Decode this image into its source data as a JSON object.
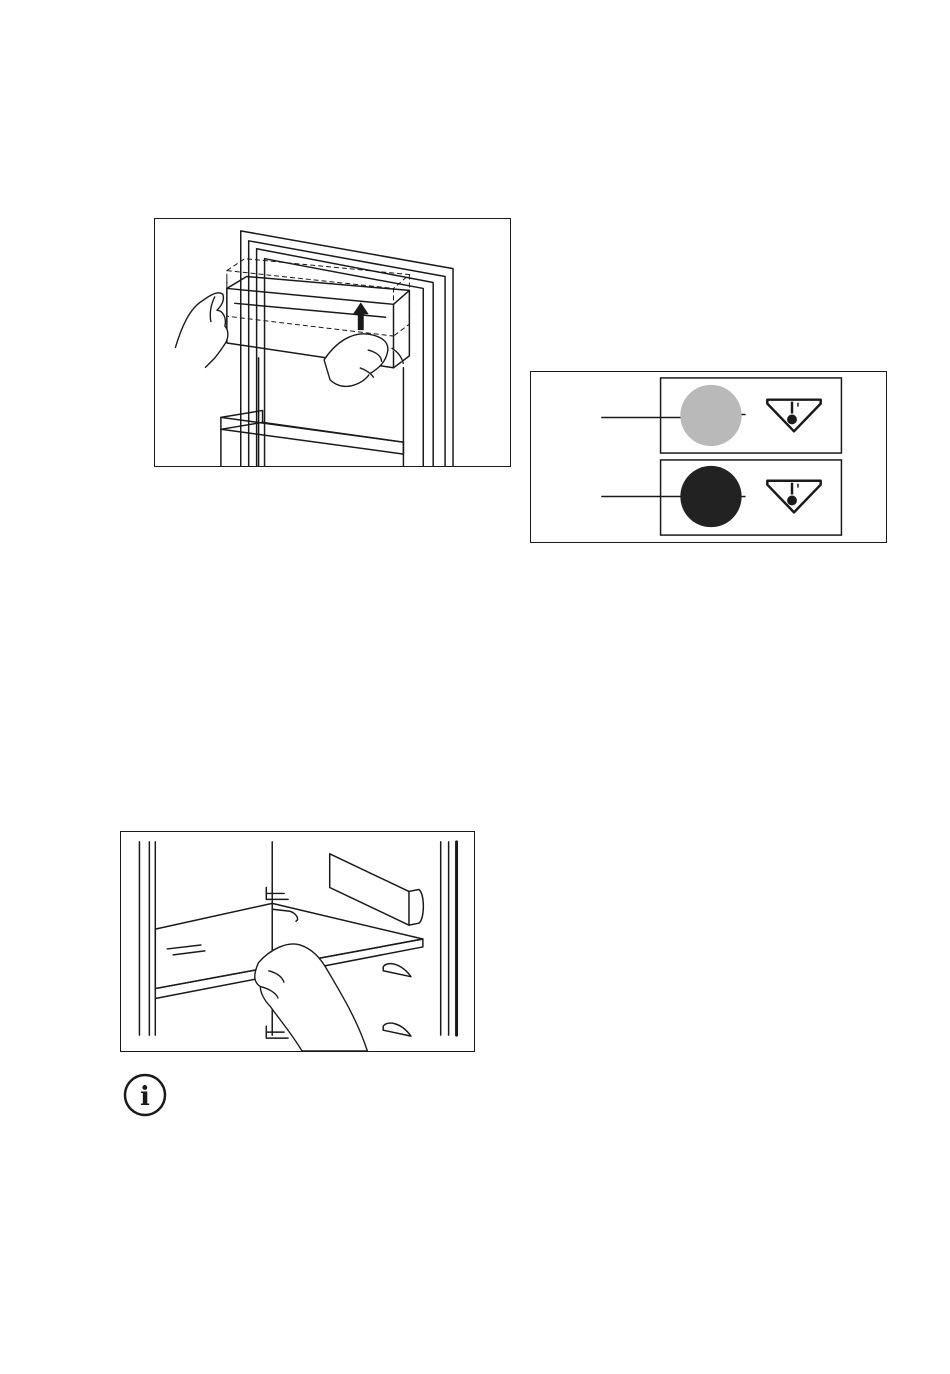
{
  "figures": [
    {
      "id": "door-balcony-removal",
      "icon": "door-shelf-lift-illustration"
    },
    {
      "id": "freshness-indicator",
      "icon": "indicator-illustration",
      "states": [
        {
          "fill": "#b9b9b9"
        },
        {
          "fill": "#222222"
        }
      ]
    },
    {
      "id": "glass-shelf-positioning",
      "icon": "glass-shelf-illustration"
    }
  ],
  "info_icon": {
    "icon": "info-icon",
    "glyph": "i"
  },
  "colors": {
    "line": "#1a1a1a",
    "light_dot": "#b9b9b9",
    "dark_dot": "#222222"
  }
}
